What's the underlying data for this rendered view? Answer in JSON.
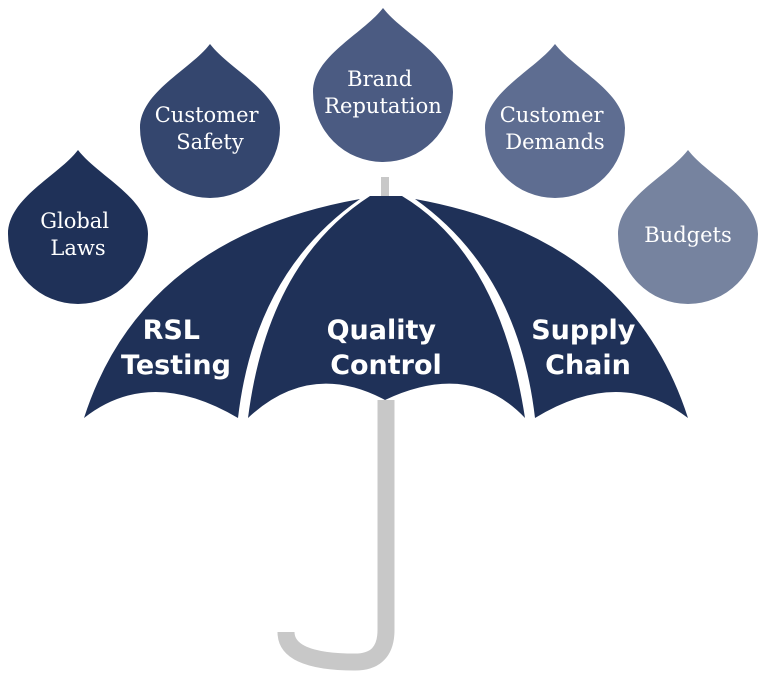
{
  "drops": [
    {
      "id": "global-laws",
      "lines": [
        "Global",
        "Laws"
      ],
      "color": "#1f3158"
    },
    {
      "id": "customer-safety",
      "lines": [
        "Customer",
        "Safety"
      ],
      "color": "#34466e"
    },
    {
      "id": "brand-reputation",
      "lines": [
        "Brand",
        "Reputation"
      ],
      "color": "#4b5b82"
    },
    {
      "id": "customer-demands",
      "lines": [
        "Customer",
        "Demands"
      ],
      "color": "#5e6d91"
    },
    {
      "id": "budgets",
      "lines": [
        "Budgets"
      ],
      "color": "#76839f"
    }
  ],
  "panels": [
    {
      "id": "rsl-testing",
      "lines": [
        "RSL",
        "Testing"
      ]
    },
    {
      "id": "quality-control",
      "lines": [
        "Quality",
        "Control"
      ]
    },
    {
      "id": "supply-chain",
      "lines": [
        "Supply",
        "Chain"
      ]
    }
  ],
  "colors": {
    "canopy": "#1f3158",
    "handle": "#c8c8c8",
    "background": "#ffffff"
  }
}
